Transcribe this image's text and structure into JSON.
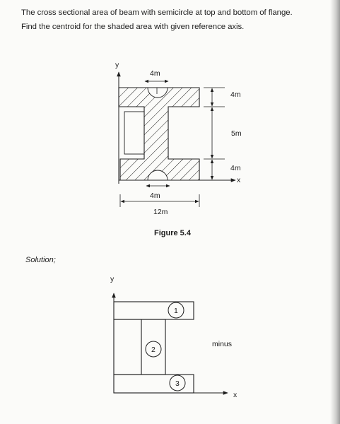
{
  "problem": {
    "line1": "The cross sectional area of beam with semicircle at top and bottom of flange.",
    "line2": "Find the centroid for the shaded area with given reference axis."
  },
  "figure": {
    "y_axis": "y",
    "x_axis": "x",
    "semicircle_top_width": "4m",
    "flange_top_thickness": "4m",
    "web_height": "5m",
    "flange_bottom_thickness": "4m",
    "semicircle_bottom_width": "4m",
    "total_width": "12m",
    "caption": "Figure 5.4"
  },
  "solution": {
    "heading": "Solution;",
    "y_axis": "y",
    "x_axis": "x",
    "region_1": "1",
    "region_2": "2",
    "region_3": "3",
    "note": "minus"
  }
}
